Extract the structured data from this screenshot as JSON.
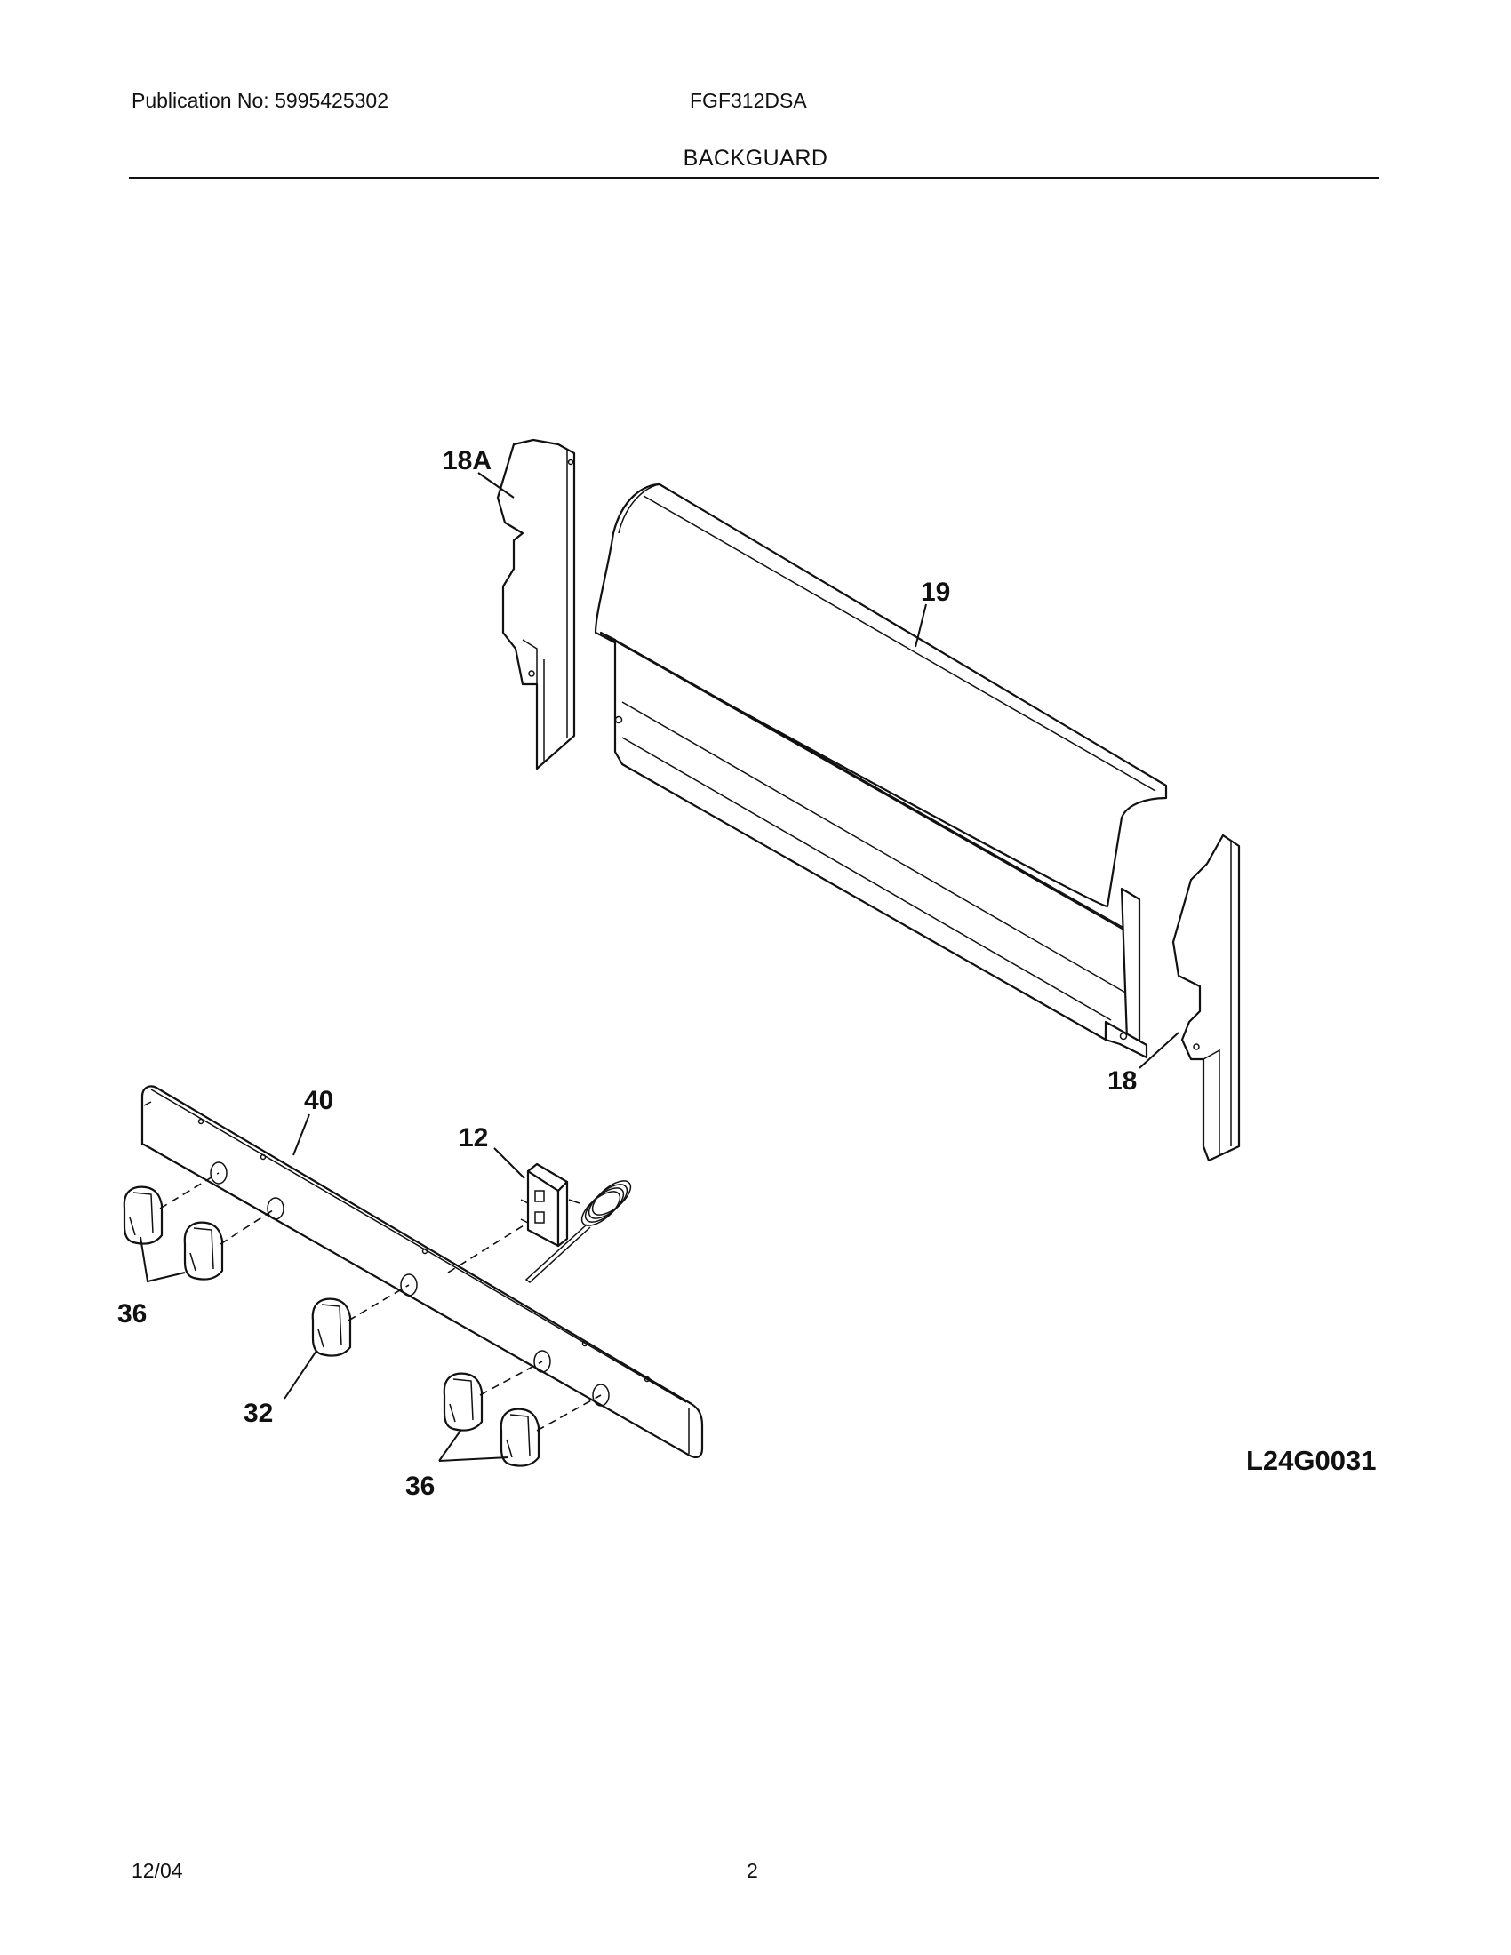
{
  "header": {
    "publication": "Publication No: 5995425302",
    "model": "FGF312DSA",
    "section": "BACKGUARD"
  },
  "diagram": {
    "callouts": {
      "p18a": "18A",
      "p19": "19",
      "p18": "18",
      "p40": "40",
      "p12": "12",
      "p36a": "36",
      "p32": "32",
      "p36b": "36"
    },
    "code": "L24G0031"
  },
  "footer": {
    "date": "12/04",
    "page": "2"
  }
}
